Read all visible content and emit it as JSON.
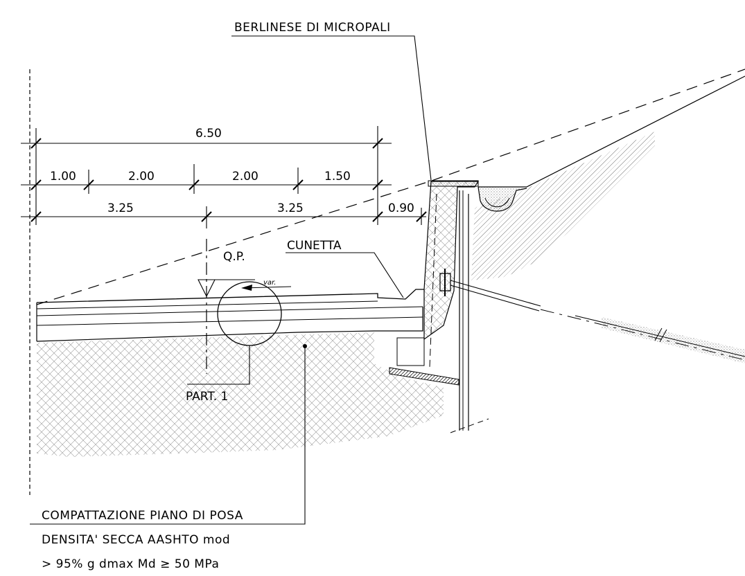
{
  "labels": {
    "berlinese": "BERLINESE DI MICROPALI",
    "cunetta": "CUNETTA",
    "qp": "Q.P.",
    "var": "var.",
    "part1": "PART. 1",
    "compattazione": "COMPATTAZIONE PIANO DI POSA",
    "densita": "DENSITA' SECCA AASHTO mod",
    "criteria": "> 95%  g  dmax  Md ≥ 50 MPa"
  },
  "dimensions": {
    "total": "6.50",
    "row2": [
      "1.00",
      "2.00",
      "2.00",
      "1.50"
    ],
    "row3": [
      "3.25",
      "3.25",
      "0.90"
    ]
  }
}
